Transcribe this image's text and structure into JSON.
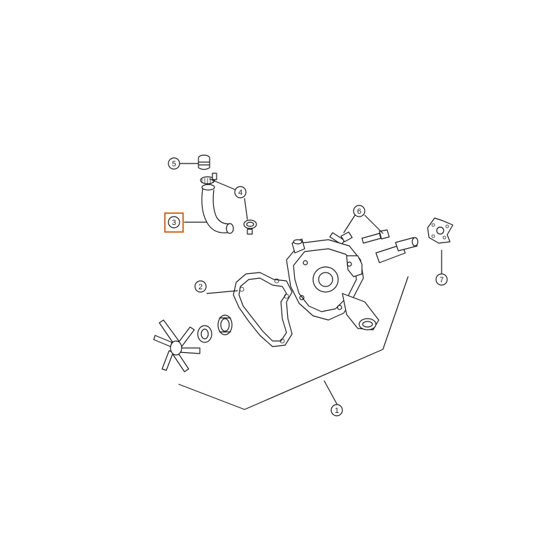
{
  "highlight_color": "#d4691e",
  "ink_color": "#111111",
  "background": "#ffffff",
  "callouts": [
    {
      "id": "1",
      "label": "1"
    },
    {
      "id": "2",
      "label": "2"
    },
    {
      "id": "3",
      "label": "3"
    },
    {
      "id": "4",
      "label": "4"
    },
    {
      "id": "5",
      "label": "5"
    },
    {
      "id": "6",
      "label": "6"
    },
    {
      "id": "7",
      "label": "7"
    }
  ],
  "highlighted_callout": "3"
}
